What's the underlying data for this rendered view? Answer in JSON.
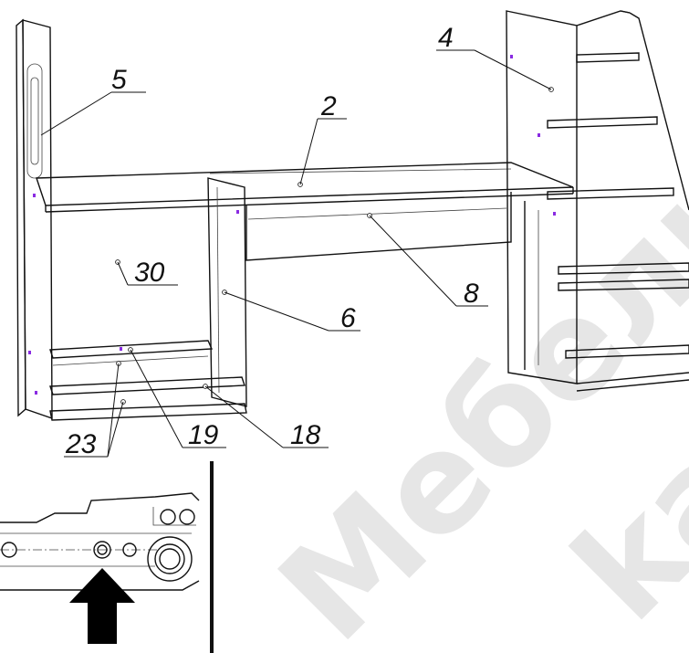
{
  "watermark": {
    "main": "Мебельная",
    "secondary": "kar"
  },
  "callouts": {
    "c2": "2",
    "c4": "4",
    "c5": "5",
    "c6": "6",
    "c8": "8",
    "c18": "18",
    "c19": "19",
    "c23": "23",
    "c30": "30"
  },
  "detail_view": {
    "arrow_icon": "arrow-up-icon"
  },
  "colors": {
    "lines": "#111111",
    "hardware": "#8a2be2",
    "watermark": "#e6e6e6"
  }
}
